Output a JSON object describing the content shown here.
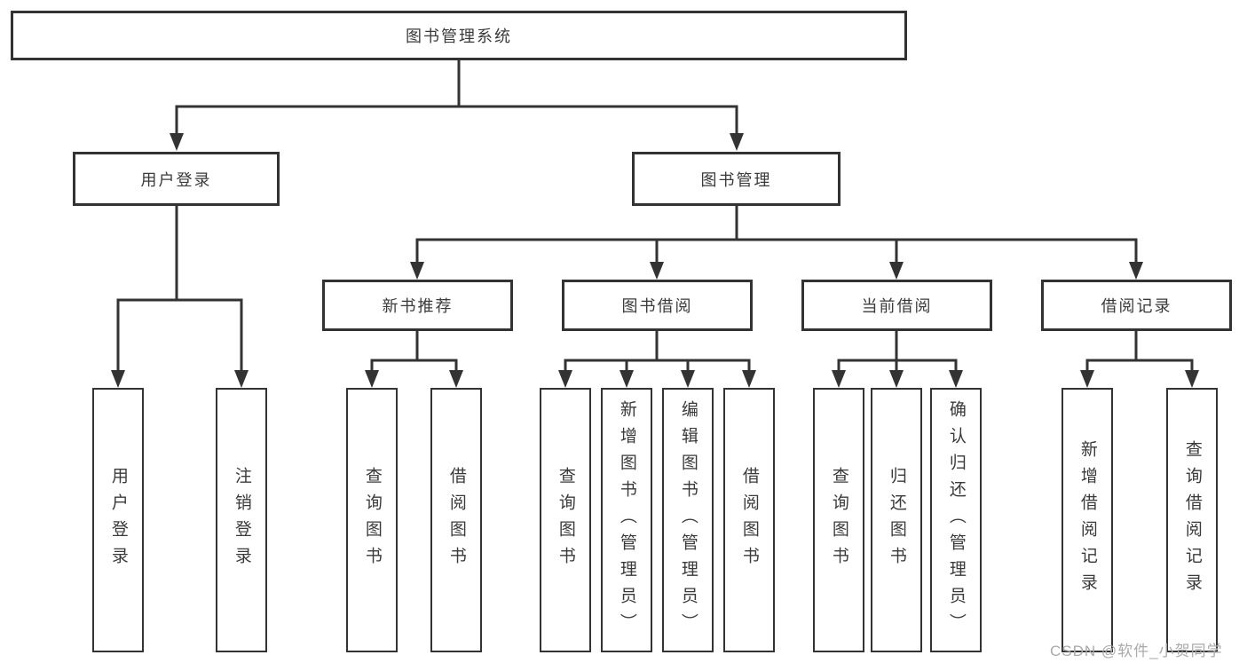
{
  "colors": {
    "line": "#333333",
    "text": "#3a3a3a",
    "box_background": "#ffffff",
    "page_background": "#ffffff",
    "watermark": "#aaaaaa"
  },
  "diagram": {
    "type": "hierarchy-tree",
    "root": {
      "label": "图书管理系统"
    },
    "level2": [
      {
        "key": "user-login",
        "parent": "图书管理系统",
        "label": "用户登录"
      },
      {
        "key": "book-management",
        "parent": "图书管理系统",
        "label": "图书管理"
      }
    ],
    "level3": [
      {
        "key": "new-book-recommend",
        "parent": "图书管理",
        "label": "新书推荐"
      },
      {
        "key": "book-borrow",
        "parent": "图书管理",
        "label": "图书借阅"
      },
      {
        "key": "current-borrow",
        "parent": "图书管理",
        "label": "当前借阅"
      },
      {
        "key": "borrow-records",
        "parent": "图书管理",
        "label": "借阅记录"
      }
    ],
    "level4": [
      {
        "key": "leaf-user-login",
        "parent": "用户登录",
        "label": "用户登录"
      },
      {
        "key": "leaf-logout",
        "parent": "用户登录",
        "label": "注销登录"
      },
      {
        "key": "leaf-query-books-1",
        "parent": "新书推荐",
        "label": "查询图书"
      },
      {
        "key": "leaf-borrow-books-1",
        "parent": "新书推荐",
        "label": "借阅图书"
      },
      {
        "key": "leaf-query-books-2",
        "parent": "图书借阅",
        "label": "查询图书"
      },
      {
        "key": "leaf-add-books",
        "parent": "图书借阅",
        "label": "新增图书（管理员）"
      },
      {
        "key": "leaf-edit-books",
        "parent": "图书借阅",
        "label": "编辑图书（管理员）"
      },
      {
        "key": "leaf-borrow-books-2",
        "parent": "图书借阅",
        "label": "借阅图书"
      },
      {
        "key": "leaf-query-books-3",
        "parent": "当前借阅",
        "label": "查询图书"
      },
      {
        "key": "leaf-return-books",
        "parent": "当前借阅",
        "label": "归还图书"
      },
      {
        "key": "leaf-confirm-return",
        "parent": "当前借阅",
        "label": "确认归还（管理员）"
      },
      {
        "key": "leaf-add-borrow-record",
        "parent": "借阅记录",
        "label": "新增借阅记录"
      },
      {
        "key": "leaf-query-borrow-record",
        "parent": "借阅记录",
        "label": "查询借阅记录"
      }
    ]
  },
  "watermark": {
    "text": "CSDN @软件_小贺同学"
  }
}
